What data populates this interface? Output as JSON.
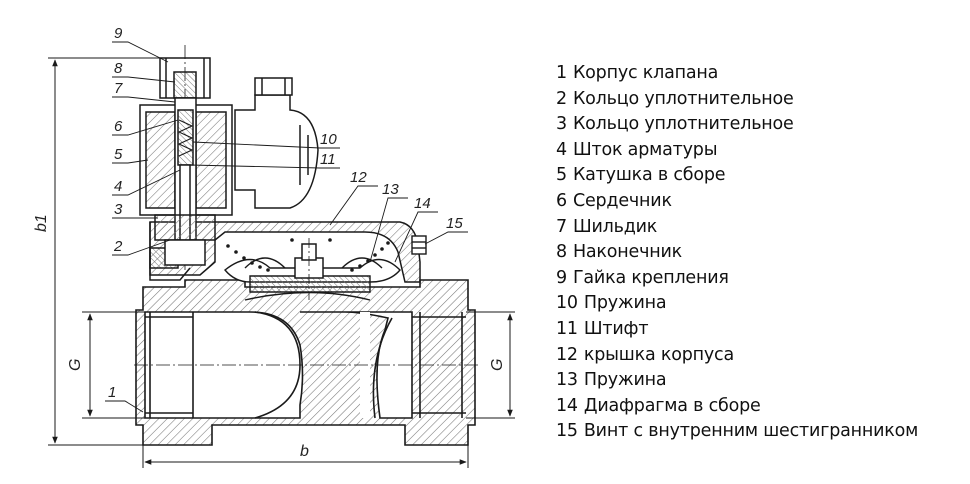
{
  "diagram": {
    "callouts": [
      "9",
      "8",
      "7",
      "6",
      "5",
      "4",
      "3",
      "2",
      "1",
      "10",
      "11",
      "12",
      "13",
      "14",
      "15"
    ],
    "dimensions": {
      "height_total": "b1",
      "bore_left": "G",
      "bore_right": "G",
      "length": "b"
    },
    "colors": {
      "line": "#1a1a1a",
      "hatch": "#777777",
      "body_fill": "#ffffff",
      "text": "#111111"
    }
  },
  "legend": [
    {
      "num": "1",
      "text": "Корпус клапана"
    },
    {
      "num": "2",
      "text": "Кольцо уплотнительное"
    },
    {
      "num": "3",
      "text": "Кольцо уплотнительное"
    },
    {
      "num": "4",
      "text": "Шток арматуры"
    },
    {
      "num": "5",
      "text": "Катушка в сборе"
    },
    {
      "num": "6",
      "text": "Сердечник"
    },
    {
      "num": "7",
      "text": "Шильдик"
    },
    {
      "num": "8",
      "text": "Наконечник"
    },
    {
      "num": "9",
      "text": "Гайка крепления"
    },
    {
      "num": "10",
      "text": "Пружина"
    },
    {
      "num": "11",
      "text": "Штифт"
    },
    {
      "num": "12",
      "text": "крышка корпуса"
    },
    {
      "num": "13",
      "text": "Пружина"
    },
    {
      "num": "14",
      "text": "Диафрагма в сборе"
    },
    {
      "num": "15",
      "text": "Винт с внутренним шестигранником"
    }
  ]
}
